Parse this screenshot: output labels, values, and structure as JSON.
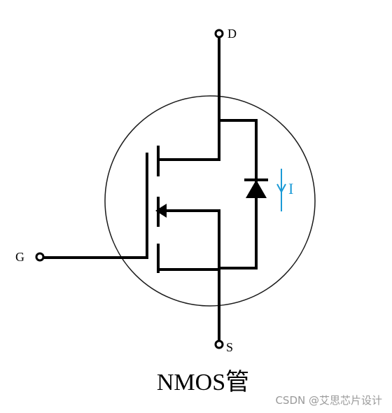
{
  "diagram": {
    "title": "NMOS管",
    "terminals": {
      "drain": "D",
      "gate": "G",
      "source": "S"
    },
    "current_label": "I",
    "current_color": "#1b9ad6",
    "watermark": "CSDN @艾思芯片设计"
  }
}
